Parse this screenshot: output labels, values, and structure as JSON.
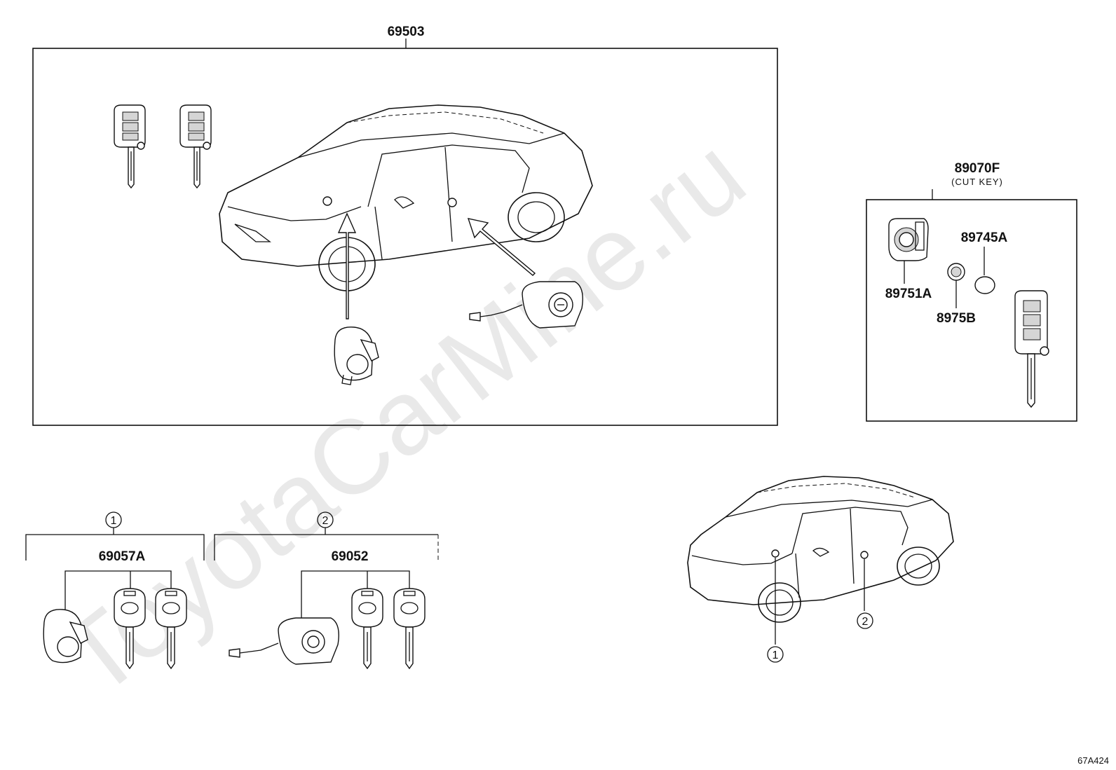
{
  "watermark": "ToyotaCarMine.ru",
  "labels": {
    "assembly_main": "69503",
    "cut_key_set": "89070F",
    "cut_key_note": "(CUT KEY)",
    "part_89745A": "89745A",
    "part_89751A": "89751A",
    "part_8975B": "8975B",
    "group1_part": "69057A",
    "group2_part": "69052",
    "circle_1": "1",
    "circle_2": "2",
    "circle_car_1": "1",
    "circle_car_2": "2",
    "diagram_code": "67A424"
  }
}
